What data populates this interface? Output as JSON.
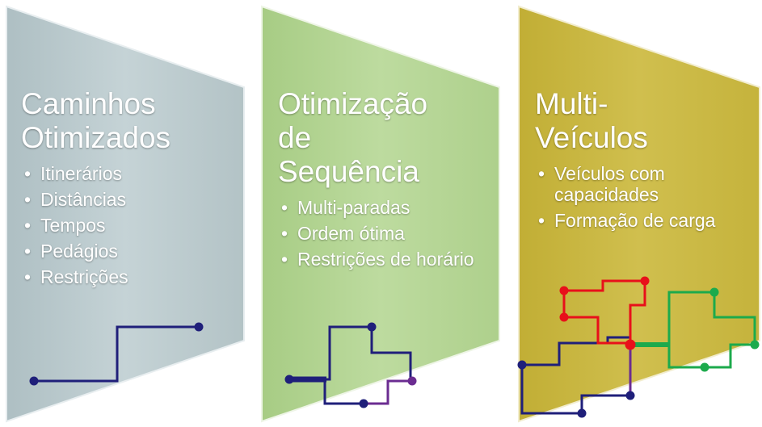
{
  "panels": [
    {
      "title": "Caminhos\nOtimizados",
      "bullets": [
        "Itinerários",
        "Distâncias",
        "Tempos",
        "Pedágios",
        "Restrições"
      ]
    },
    {
      "title": "Otimização\nde\nSequência",
      "bullets": [
        "Multi-paradas",
        "Ordem ótima",
        "Restrições de horário"
      ]
    },
    {
      "title": "Multi-\nVeículos",
      "bullets": [
        "Veículos com capacidades",
        "Formação de carga"
      ]
    }
  ],
  "colors": {
    "panel_1": "#c2d1d4",
    "panel_2": "#b9d99a",
    "panel_3": "#cbb947",
    "route_navy": "#1f1f7a",
    "route_purple": "#6b2c91",
    "route_red": "#e8101a",
    "route_green": "#1caa4c"
  }
}
